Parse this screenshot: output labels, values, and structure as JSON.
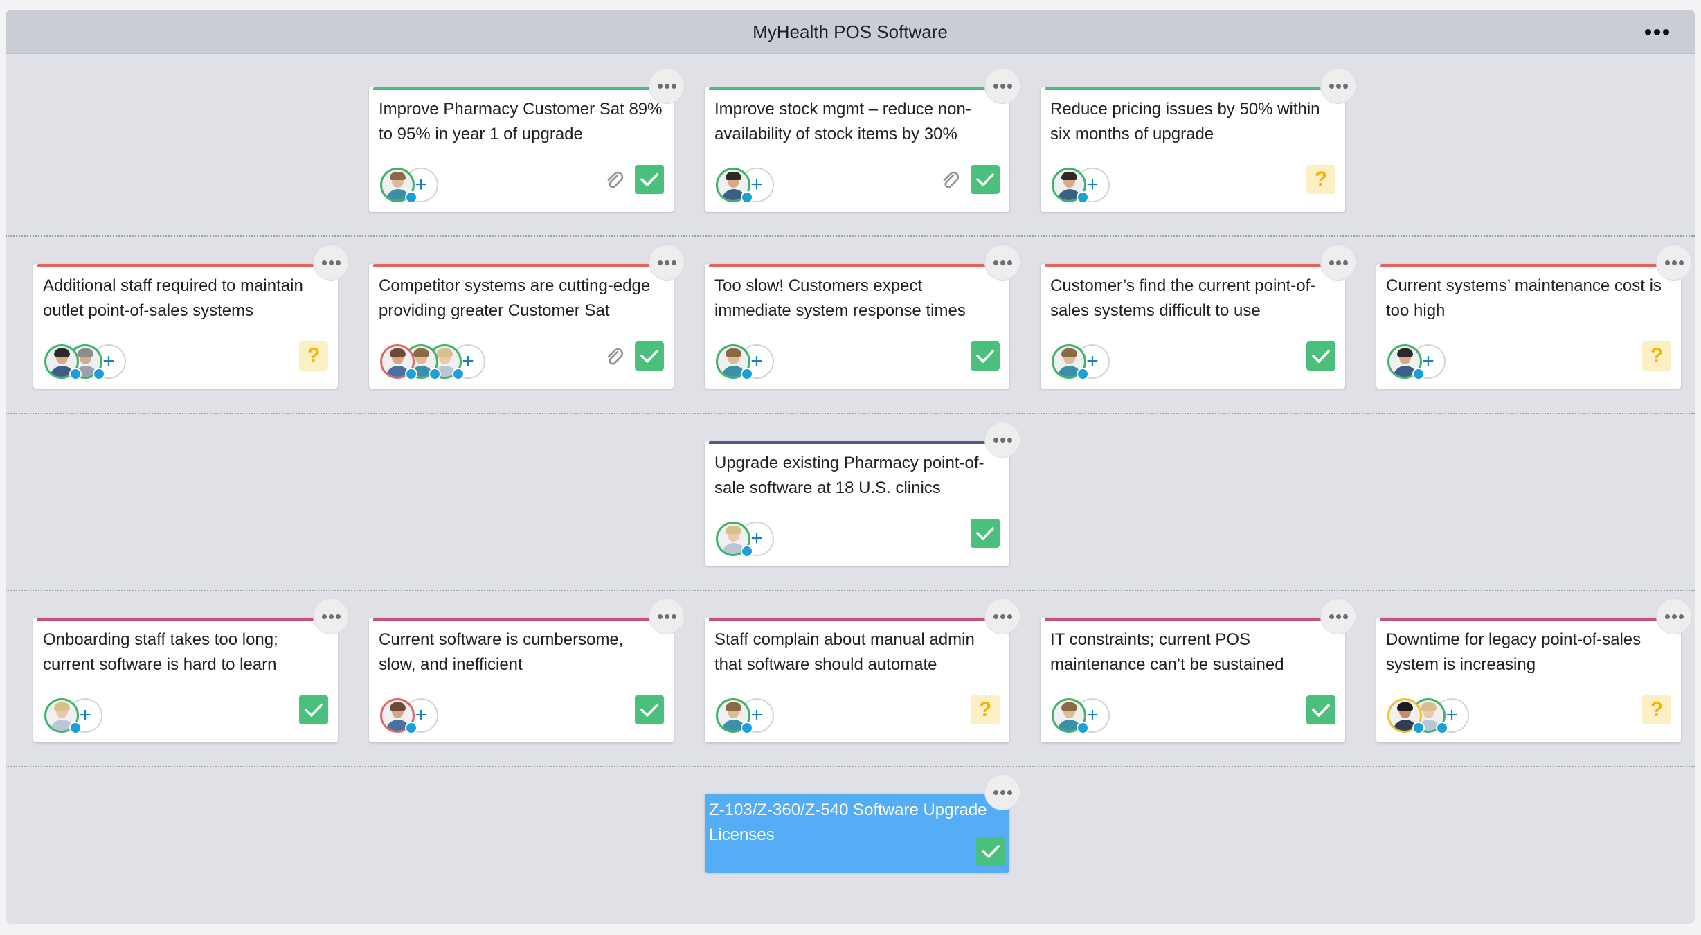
{
  "board": {
    "title": "MyHealth POS Software"
  },
  "colors": {
    "goal": "#4ac07c",
    "problem": "#e06666",
    "project": "#4a5f83",
    "cause": "#c5527a",
    "product_bg": "#55aef5"
  },
  "icons": {
    "done": "check-icon",
    "unknown": "question-icon",
    "attachment": "paperclip-icon",
    "more": "ellipsis-icon",
    "add": "plus-icon"
  },
  "cards": [
    {
      "row": 0,
      "col": 1,
      "type": "goal",
      "title": "Improve Pharmacy Customer Sat 89% to 95% in year 1 of upgrade",
      "avatars": [
        "woman-blonde"
      ],
      "attachment": true,
      "status": "done"
    },
    {
      "row": 0,
      "col": 2,
      "type": "goal",
      "title": "Improve stock mgmt – reduce non-availability of stock items by 30%",
      "avatars": [
        "man-dark"
      ],
      "attachment": true,
      "status": "done"
    },
    {
      "row": 0,
      "col": 3,
      "type": "goal",
      "title": "Reduce pricing issues by 50% within six months of upgrade",
      "avatars": [
        "man-dark"
      ],
      "attachment": false,
      "status": "unknown",
      "status_label": "?"
    },
    {
      "row": 1,
      "col": 0,
      "type": "problem",
      "title": "Additional staff required to maintain outlet point-of-sales systems",
      "avatars": [
        "man-dark",
        "man-grey"
      ],
      "attachment": false,
      "status": "unknown",
      "status_label": "?"
    },
    {
      "row": 1,
      "col": 1,
      "type": "problem",
      "title": "Competitor systems are cutting-edge providing greater Customer Sat",
      "avatars": [
        "man-red",
        "woman-blonde",
        "woman-light"
      ],
      "attachment": true,
      "status": "done"
    },
    {
      "row": 1,
      "col": 2,
      "type": "problem",
      "title": "Too slow! Customers expect immediate system response times",
      "avatars": [
        "woman-blonde"
      ],
      "attachment": false,
      "status": "done"
    },
    {
      "row": 1,
      "col": 3,
      "type": "problem",
      "title": "Customer’s find the current point-of-sales systems difficult to use",
      "avatars": [
        "woman-blonde"
      ],
      "attachment": false,
      "status": "done"
    },
    {
      "row": 1,
      "col": 4,
      "type": "problem",
      "title": "Current systems’ maintenance cost is too high",
      "avatars": [
        "man-dark"
      ],
      "attachment": false,
      "status": "unknown",
      "status_label": "?"
    },
    {
      "row": 2,
      "col": 2,
      "type": "project",
      "title": "Upgrade existing Pharmacy point-of-sale software at 18 U.S. clinics",
      "avatars": [
        "woman-light"
      ],
      "attachment": false,
      "status": "done"
    },
    {
      "row": 3,
      "col": 0,
      "type": "cause",
      "title": "Onboarding staff takes too long; current software is hard to learn",
      "avatars": [
        "woman-light"
      ],
      "attachment": false,
      "status": "done"
    },
    {
      "row": 3,
      "col": 1,
      "type": "cause",
      "title": "Current software is cumbersome, slow, and inefficient",
      "avatars": [
        "man-red"
      ],
      "attachment": false,
      "status": "done"
    },
    {
      "row": 3,
      "col": 2,
      "type": "cause",
      "title": "Staff complain about manual admin that software should automate",
      "avatars": [
        "woman-blonde"
      ],
      "attachment": false,
      "status": "unknown",
      "status_label": "?"
    },
    {
      "row": 3,
      "col": 3,
      "type": "cause",
      "title": "IT constraints; current POS maintenance can’t be sustained",
      "avatars": [
        "woman-blonde"
      ],
      "attachment": false,
      "status": "done"
    },
    {
      "row": 3,
      "col": 4,
      "type": "cause",
      "title": "Downtime for legacy point-of-sales system is increasing",
      "avatars": [
        "woman-dark-yellow",
        "woman-light"
      ],
      "attachment": false,
      "status": "unknown",
      "status_label": "?"
    },
    {
      "row": 4,
      "col": 2,
      "type": "product",
      "title": "Z-103/Z-360/Z-540 Software Upgrade Licenses",
      "avatars": [],
      "attachment": false,
      "status": "done"
    }
  ]
}
